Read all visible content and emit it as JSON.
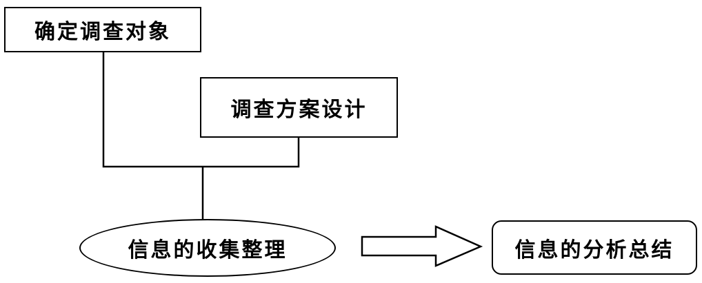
{
  "diagram": {
    "title": "survey-process-flowchart",
    "colors": {
      "stroke": "#000000",
      "background": "#ffffff",
      "text": "#000000"
    },
    "nodes": {
      "determine_subject": {
        "label": "确定调查对象",
        "shape": "rectangle"
      },
      "survey_design": {
        "label": "调查方案设计",
        "shape": "rectangle"
      },
      "collect_organize": {
        "label": "信息的收集整理",
        "shape": "ellipse"
      },
      "analyze_summarize": {
        "label": "信息的分析总结",
        "shape": "rounded-rectangle"
      }
    },
    "edges": [
      {
        "from": "determine_subject",
        "to": "collect_organize",
        "type": "elbow-line"
      },
      {
        "from": "survey_design",
        "to": "collect_organize",
        "type": "elbow-line"
      },
      {
        "from": "collect_organize",
        "to": "analyze_summarize",
        "type": "block-arrow"
      }
    ]
  }
}
